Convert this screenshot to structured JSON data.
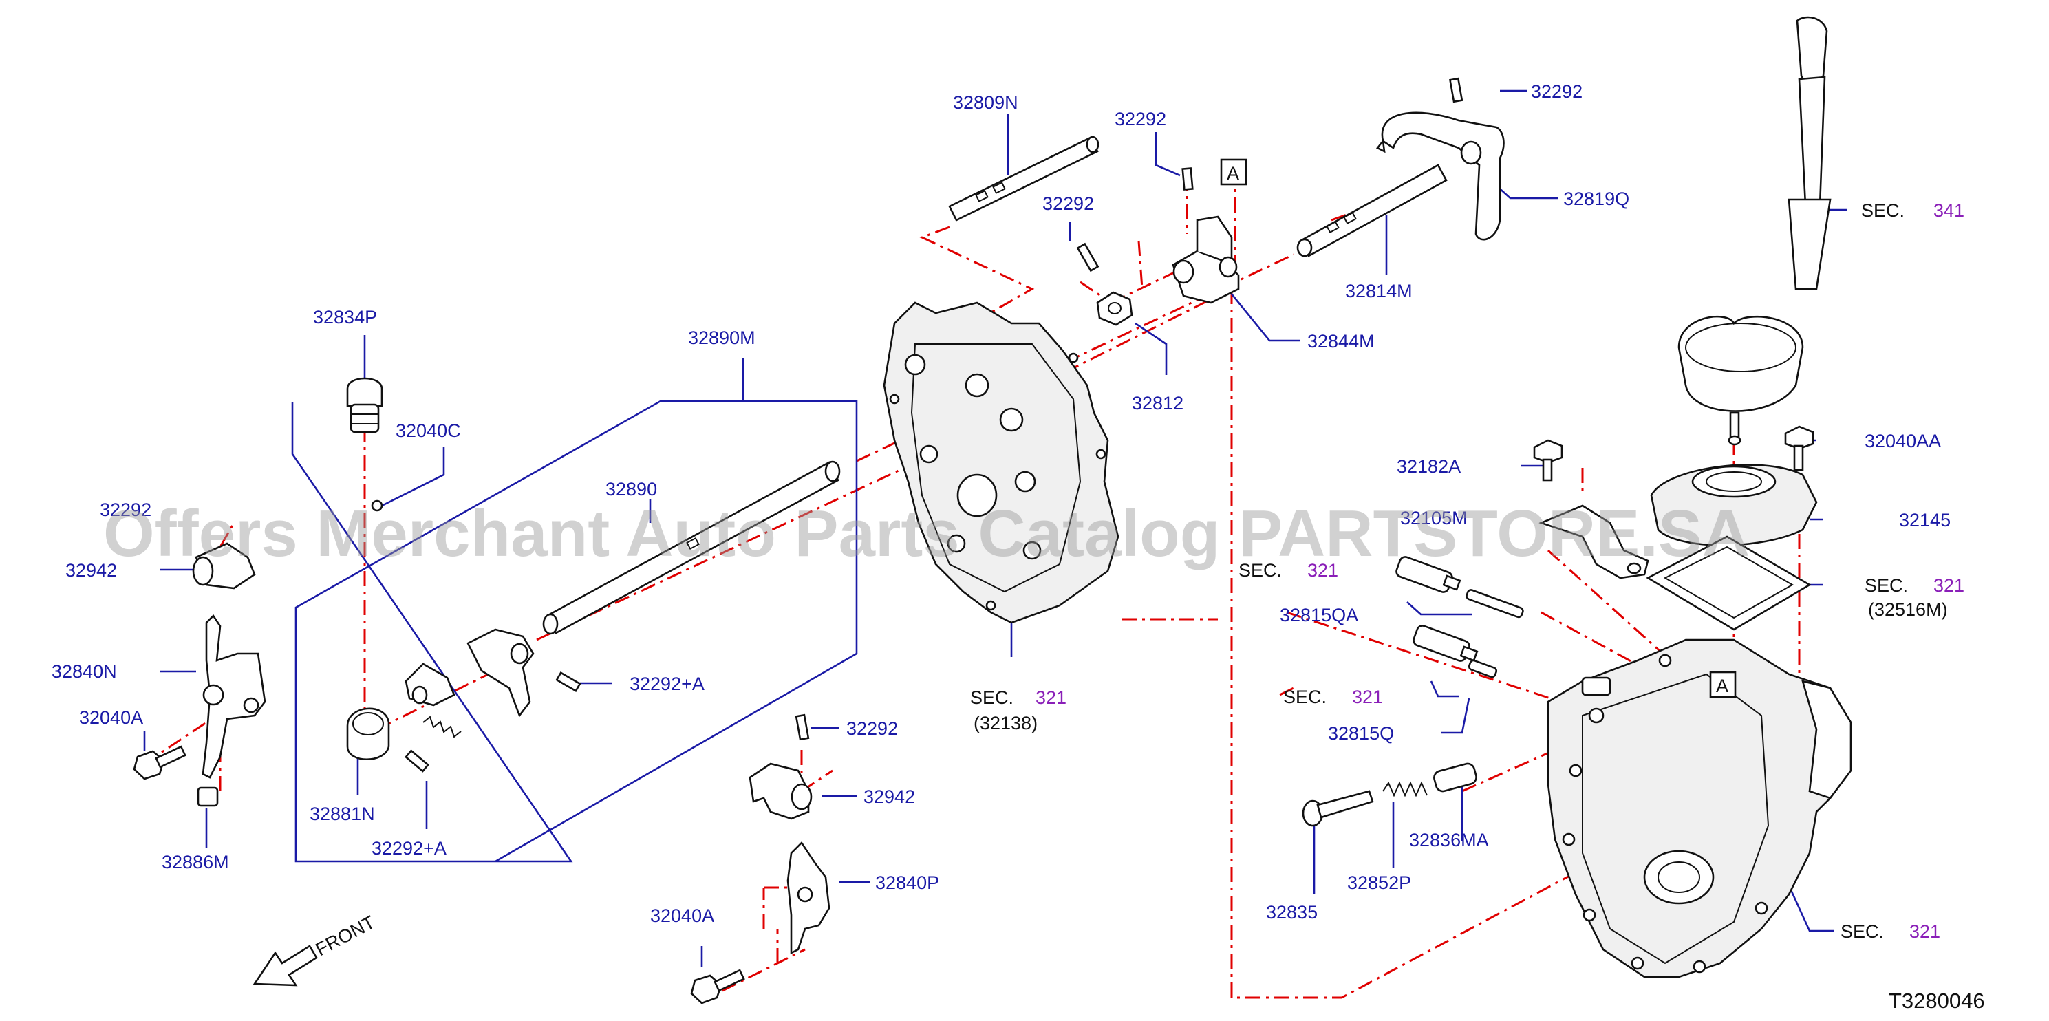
{
  "watermark": "Offers Merchant Auto Parts Catalog PARTSTORE.SA",
  "diagram_id": "T3280046",
  "front_label": "FRONT",
  "callout_letter": "A",
  "labels": {
    "p32809N": "32809N",
    "p32292_top": "32292",
    "p32292_top2": "32292",
    "p32292_mid": "32292",
    "p32292_lower": "32292",
    "p32819Q": "32819Q",
    "p32814M": "32814M",
    "p32844M": "32844M",
    "p32812": "32812",
    "p32834P": "32834P",
    "p32890M": "32890M",
    "p32040C": "32040C",
    "p32890": "32890",
    "p32942_left": "32942",
    "p32840N": "32840N",
    "p32040A_left": "32040A",
    "p32886M": "32886M",
    "p32881N": "32881N",
    "p32292A_a": "32292+A",
    "p32292A_b": "32292+A",
    "p32942_mid": "32942",
    "p32840P": "32840P",
    "p32040A_mid": "32040A",
    "p32182A": "32182A",
    "p32815QA": "32815QA",
    "p32815Q": "32815Q",
    "p32835": "32835",
    "p32852P": "32852P",
    "p32836MA": "32836MA",
    "p32040AA": "32040AA",
    "p32105M": "32105M",
    "p32145": "32145",
    "p32516M": "(32516M)",
    "p32138": "(32138)",
    "p32292_left_cut": "32292"
  },
  "sections": {
    "sec_word": "SEC.",
    "s341": "341",
    "s321_gasket": "321",
    "s321_case": "321",
    "s321_sensor1": "321",
    "s321_sensor2": "321",
    "s321_housing": "321"
  }
}
